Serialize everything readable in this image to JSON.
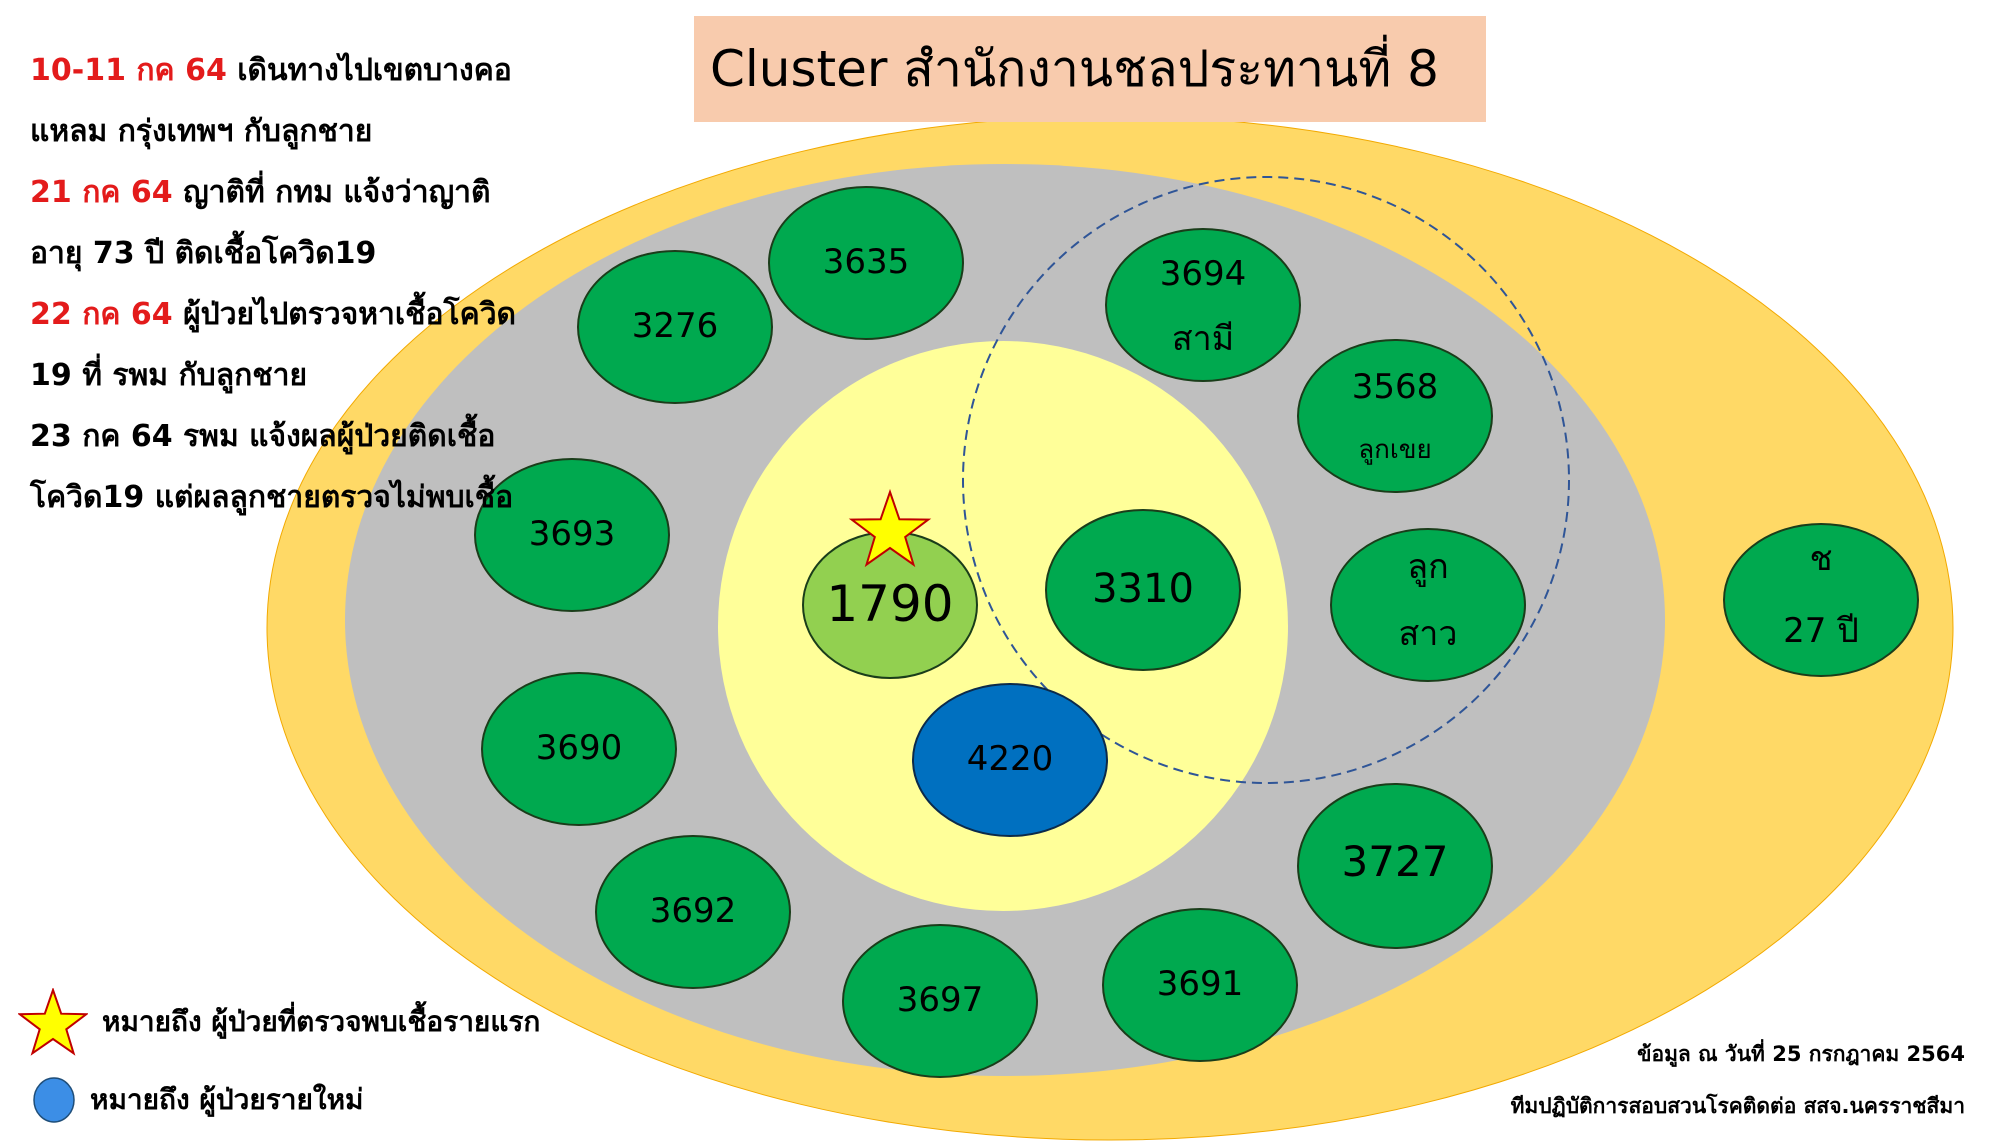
{
  "title": "Cluster สำนักงานชลประทานที่ 8",
  "timeline": [
    {
      "date": "10-11 กค  64",
      "text": " เดินทางไปเขตบางคอ"
    },
    {
      "date": "",
      "text": "แหลม กรุ่งเทพฯ กับลูกชาย"
    },
    {
      "date": "21 กค 64",
      "text": " ญาติที่ กทม แจ้งว่าญาติ"
    },
    {
      "date": "",
      "text": "อายุ 73 ปี ติดเชื้อโควิด19"
    },
    {
      "date": "22 กค 64",
      "text": " ผู้ป่วยไปตรวจหาเชื้อโควิด"
    },
    {
      "date": "",
      "text": "19 ที่ รพม กับลูกชาย"
    },
    {
      "date": "",
      "text": "23 กค 64 รพม แจ้งผลผู้ป่วยติดเชื้อ"
    },
    {
      "date": "",
      "text": "โควิด19 แต่ผลลูกชายตรวจไม่พบเชื้อ"
    }
  ],
  "nodes": {
    "case_1790": "1790",
    "case_3310": "3310",
    "case_4220": "4220",
    "case_3635": "3635",
    "case_3276": "3276",
    "case_3693": "3693",
    "case_3690": "3690",
    "case_3692": "3692",
    "case_3697": "3697",
    "case_3691": "3691",
    "case_3727": "3727",
    "case_3694": {
      "line1": "3694",
      "line2": "สามี"
    },
    "case_3568": {
      "line1": "3568",
      "line2": "ลูกเขย"
    },
    "daughter": {
      "line1": "ลูก",
      "line2": "สาว"
    },
    "male_27": {
      "line1": "ช",
      "line2": "27 ปี"
    }
  },
  "legend": {
    "star_label": "หมายถึง  ผู้ป่วยที่ตรวจพบเชื้อรายแรก",
    "blue_label": "หมายถึง  ผู้ป่วยรายใหม่"
  },
  "footer": {
    "date_note": "ข้อมูล ณ วันที่ 25 กรกฎาคม 2564",
    "team": "ทีมปฏิบัติการสอบสวนโรคติดต่อ สสจ.นครราชสีมา"
  },
  "colors": {
    "outer_ring": "#ffd966",
    "gray_ring": "#bfbfbf",
    "inner_zone": "#ffff99",
    "case_green": "#00a94f",
    "index_case": "#92d050",
    "new_case": "#0070c0",
    "star": "#ffff00",
    "dashed_circle": "#2f5597",
    "title_bg": "#f8cbad",
    "date_red": "#e31b1b"
  }
}
